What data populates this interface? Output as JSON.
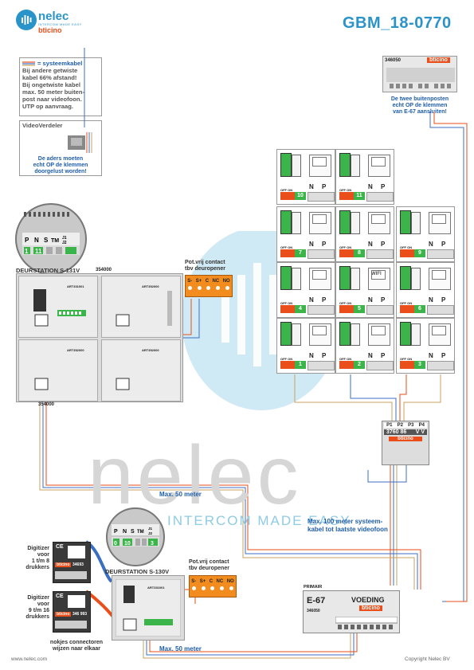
{
  "header": {
    "logo_word": "nelec",
    "logo_tagline": "INTERCOM MADE EASY",
    "logo_brand": "bticino",
    "doc_code": "GBM_18-0770"
  },
  "notes": {
    "cable_title": "= systeemkabel",
    "cable_lines": [
      "Bij andere getwiste",
      "kabel 66% afstand!",
      "Bij ongetwiste kabel",
      "max. 50 meter buiten-",
      "post naar videofoon.",
      "UTP op aanvraag."
    ],
    "video_splitter_title": "VideoVerdeler",
    "video_splitter_note": [
      "De aders moeten",
      "echt OP de klemmen",
      "doorgelust worden!"
    ],
    "top_right_note": [
      "De twee buitenposten",
      "echt OP de klemmen",
      "van E-67 aansluiten!"
    ]
  },
  "stations": {
    "upper_name": "DEURSTATION S-131V",
    "lower_name": "DEURSTATION S-130V",
    "part_top": "354000",
    "part_bottom": "354000",
    "art_left": "ART331001",
    "art_right": "ART352000",
    "zoom_terminals": [
      "P",
      "N",
      "S",
      "TM",
      "J1",
      "J2"
    ],
    "zoom_values_upper": [
      "1",
      "11",
      "",
      ""
    ],
    "zoom_values_lower": [
      "0",
      "10",
      "",
      "3"
    ]
  },
  "contacts": {
    "title_1": "Pot.vrij contact",
    "title_2": "tbv deuropener",
    "terminals": [
      "S-",
      "S+",
      "C",
      "NC",
      "NO"
    ]
  },
  "digitizers": [
    {
      "label": [
        "Digitizer",
        "voor",
        "1 t/m 8",
        "drukkers"
      ],
      "part": "34693"
    },
    {
      "label": [
        "Digitizer",
        "voor",
        "9 t/m 16",
        "drukkers"
      ],
      "part": "346 993"
    }
  ],
  "connector_note": [
    "nokjes connectoren",
    "wijzen naar elkaar"
  ],
  "distances": {
    "max50_a": "Max. 50 meter",
    "max50_b": "Max. 50 meter",
    "max100": [
      "Max. 100 meter systeem-",
      "kabel tot laatste videofoon"
    ]
  },
  "distributor": {
    "part": "3760 86",
    "ports": [
      "P1",
      "P2",
      "P3",
      "P4"
    ],
    "vv": "V V",
    "brand": "bticino"
  },
  "power": {
    "brand": "PRIMAIR",
    "model": "E-67",
    "title": "VOEDING",
    "part": "346050",
    "top_part": "346050",
    "top_brand": "bticino"
  },
  "videophones": [
    {
      "n": "10"
    },
    {
      "n": "11"
    },
    {
      "n": "7"
    },
    {
      "n": "8"
    },
    {
      "n": "9"
    },
    {
      "n": "4"
    },
    {
      "n": "5"
    },
    {
      "n": "6"
    },
    {
      "n": "1"
    },
    {
      "n": "2"
    },
    {
      "n": "3"
    }
  ],
  "vp_labels": {
    "off": "OFF ON",
    "n": "N",
    "p": "P",
    "wifi": "WIFI"
  },
  "footer": {
    "left": "www.nelec.com",
    "right": "Copyright Nelec BV"
  },
  "colors": {
    "accent": "#2a93c9",
    "brand_orange": "#e94e1b",
    "note_blue": "#1f5ea8",
    "terminal_green": "#3bb54a",
    "contact_orange": "#f28c1e"
  }
}
